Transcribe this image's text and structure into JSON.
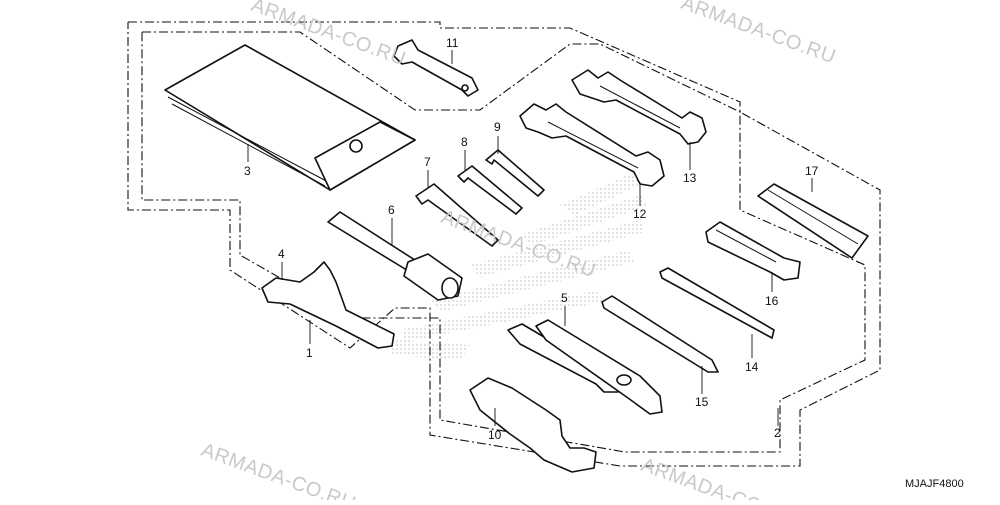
{
  "diagram": {
    "part_labels": [
      "11",
      "3",
      "9",
      "8",
      "7",
      "6",
      "12",
      "13",
      "17",
      "16",
      "4",
      "5",
      "1",
      "14",
      "15",
      "10",
      "2"
    ],
    "watermark": "ARMADA-CO.RU",
    "drawing_code": "MJAJF4800"
  }
}
